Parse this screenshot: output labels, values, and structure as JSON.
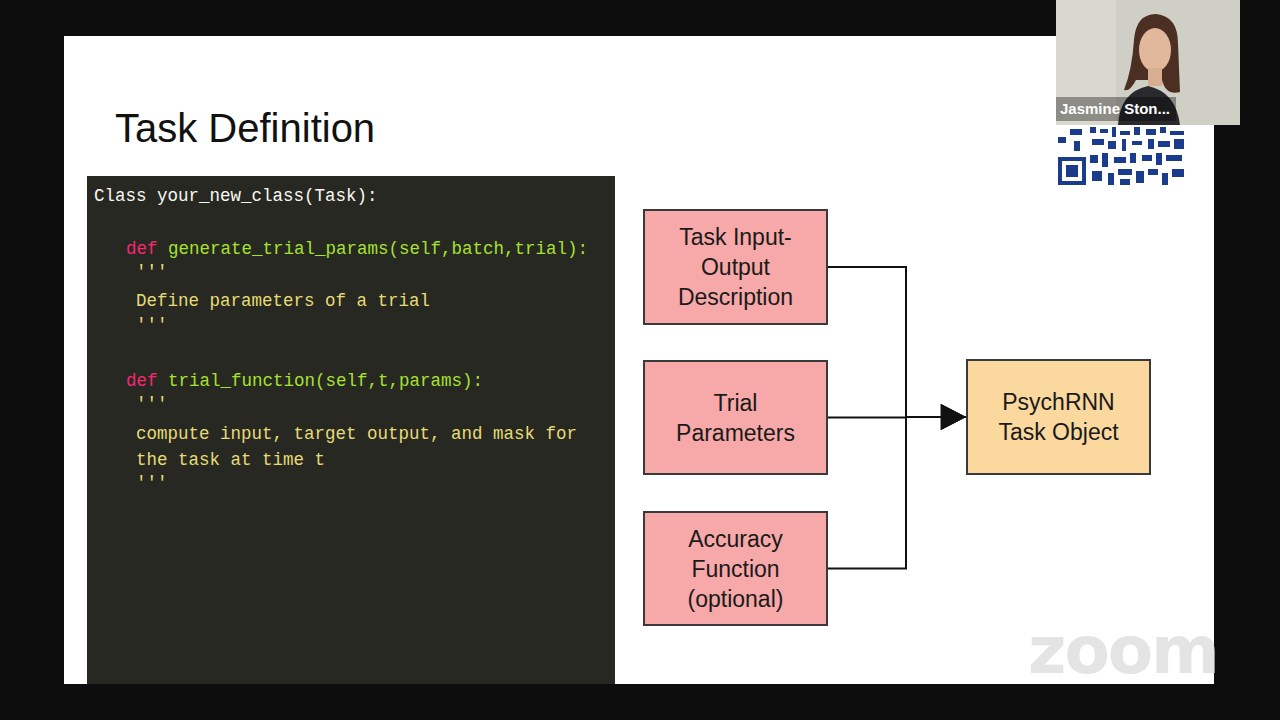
{
  "diagram": {
    "title": "Task Definition",
    "nodes": [
      {
        "text": [
          "Class your_new_class(Task):",
          "def",
          "generate_trial_params(self,batch,trial):",
          "'''",
          "Define parameters of a trial",
          "'''",
          "def",
          "trial_function(self,t,params):",
          "'''",
          "compute input, target output, and mask for the task at time t",
          "'''"
        ]
      },
      {
        "text": [
          "Task Input-Output Description"
        ]
      },
      {
        "text": [
          "Trial Parameters"
        ]
      },
      {
        "text": [
          "Accuracy Function (optional)"
        ]
      },
      {
        "text": [
          "PsychRNN Task Object"
        ]
      }
    ],
    "edges": [
      {
        "from": 1,
        "to": 4,
        "arrow": "to"
      },
      {
        "from": 2,
        "to": 4,
        "arrow": "to"
      },
      {
        "from": 3,
        "to": 4,
        "arrow": "to"
      }
    ],
    "labels": [
      "Jasmine Ston...",
      "zoom"
    ]
  }
}
